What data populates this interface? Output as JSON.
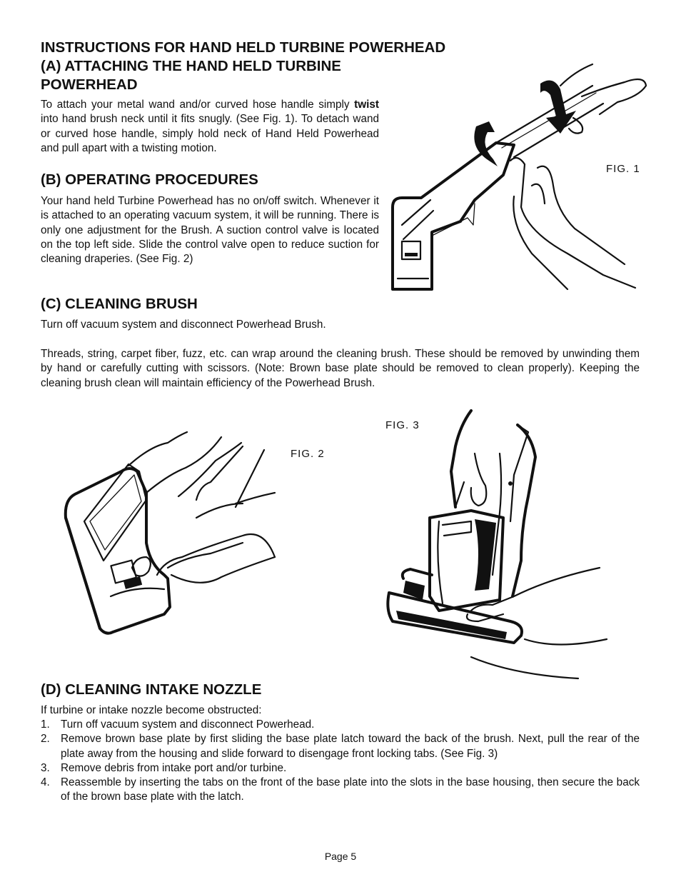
{
  "page": {
    "title_line1": "INSTRUCTIONS FOR HAND HELD TURBINE POWERHEAD",
    "footer": "Page 5"
  },
  "section_a": {
    "heading_line1": "(A) ATTACHING THE HAND HELD TURBINE",
    "heading_line2": "POWERHEAD",
    "text_before_bold": "To attach your metal wand and/or curved hose handle simply ",
    "bold": "twist",
    "text_after_bold": " into hand brush neck until it fits snugly. (See Fig. 1). To detach wand or curved hose handle, simply hold neck of Hand Held Powerhead and pull apart with a twisting motion."
  },
  "section_b": {
    "heading": "(B) OPERATING PROCEDURES",
    "text": "Your hand held Turbine Powerhead has no on/off switch. Whenever it is attached to an operating vacuum system, it will be running. There is only one adjustment for the Brush. A suc­tion control valve is located on the top left side. Slide the con­trol valve open to reduce suction for cleaning draperies. (See Fig. 2)"
  },
  "section_c": {
    "heading": "(C) CLEANING BRUSH",
    "paragraph1": "Turn off vacuum system and disconnect Powerhead Brush.",
    "paragraph2": "Threads, string, carpet fiber, fuzz, etc. can wrap around the cleaning brush. These should be removed by unwinding them by hand or carefully cutting with scissors. (Note: Brown base plate should be removed to clean properly). Keeping the cleaning brush clean will maintain efficiency of the Powerhead Brush."
  },
  "section_d": {
    "heading": "(D) CLEANING INTAKE NOZZLE",
    "intro": "If turbine or intake nozzle become obstructed:",
    "steps": [
      {
        "num": "1.",
        "text": "Turn off vacuum system and disconnect Powerhead."
      },
      {
        "num": "2.",
        "text": "Remove brown base plate by first sliding the base plate latch toward the back of the brush. Next, pull the rear of the plate away from the housing and slide forward to disengage front locking tabs. (See Fig. 3)"
      },
      {
        "num": "3.",
        "text": "Remove debris from intake port and/or turbine."
      },
      {
        "num": "4.",
        "text": "Reassemble by inserting the tabs on the front of the base plate into the slots in the base housing, then secure the back of the brown base plate with the latch."
      }
    ]
  },
  "figures": {
    "fig1": {
      "label": "FIG. 1",
      "depicts": "hands twisting wand into hand held powerhead neck with rotation arrows"
    },
    "fig2": {
      "label": "FIG. 2",
      "depicts": "hand sliding suction control valve on top of powerhead"
    },
    "fig3": {
      "label": "FIG. 3",
      "depicts": "hands removing base plate from powerhead"
    }
  }
}
